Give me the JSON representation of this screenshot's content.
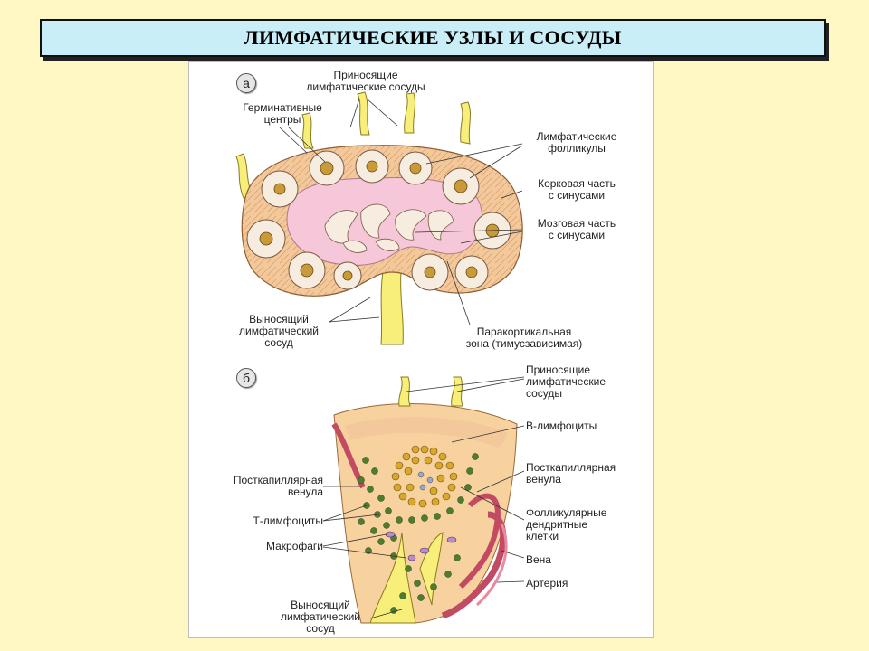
{
  "title": "ЛИМФАТИЧЕСКИЕ УЗЛЫ И СОСУДЫ",
  "panel_a": {
    "letter": "а",
    "labels": {
      "afferent": "Приносящие\nлимфатические сосуды",
      "germinal": "Герминативные\nцентры",
      "follicles": "Лимфатические\nфолликулы",
      "cortex": "Корковая часть\nс синусами",
      "medulla": "Мозговая часть\nс синусами",
      "efferent": "Выносящий\nлимфатический\nсосуд",
      "paracortical": "Паракортикальная\nзона (тимусзависимая)"
    }
  },
  "panel_b": {
    "letter": "б",
    "labels": {
      "afferent": "Приносящие\nлимфатические\nсосуды",
      "b_cells": "В-лимфоциты",
      "postcap_right": "Посткапиллярная\nвенула",
      "postcap_left": "Посткапиллярная\nвенула",
      "fdc": "Фолликулярные\nдендритные\nклетки",
      "t_cells": "Т-лимфоциты",
      "macrophages": "Макрофаги",
      "vein": "Вена",
      "artery": "Артерия",
      "efferent": "Выносящий\nлимфатический\nсосуд"
    }
  },
  "colors": {
    "background": "#FFF8C4",
    "title_bar": "#C9EEF7",
    "cortex": "#F3C89A",
    "medulla_sinus": "#F5C7D8",
    "vessel": "#F7EF7A",
    "b_cell": "#D8A82A",
    "t_cell": "#4E7D2E",
    "vessel_wall": "#C24A63"
  }
}
